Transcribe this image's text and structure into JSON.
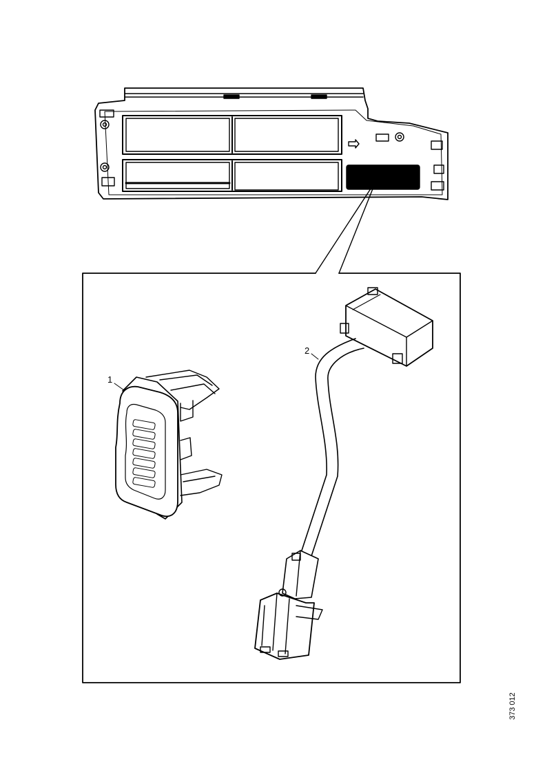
{
  "callouts": [
    {
      "id": "1",
      "part": "switch"
    },
    {
      "id": "2",
      "part": "wiring-harness"
    }
  ],
  "figure_id": "373 012",
  "colors": {
    "line": "#000000",
    "background": "#ffffff",
    "highlight": "#000000"
  }
}
